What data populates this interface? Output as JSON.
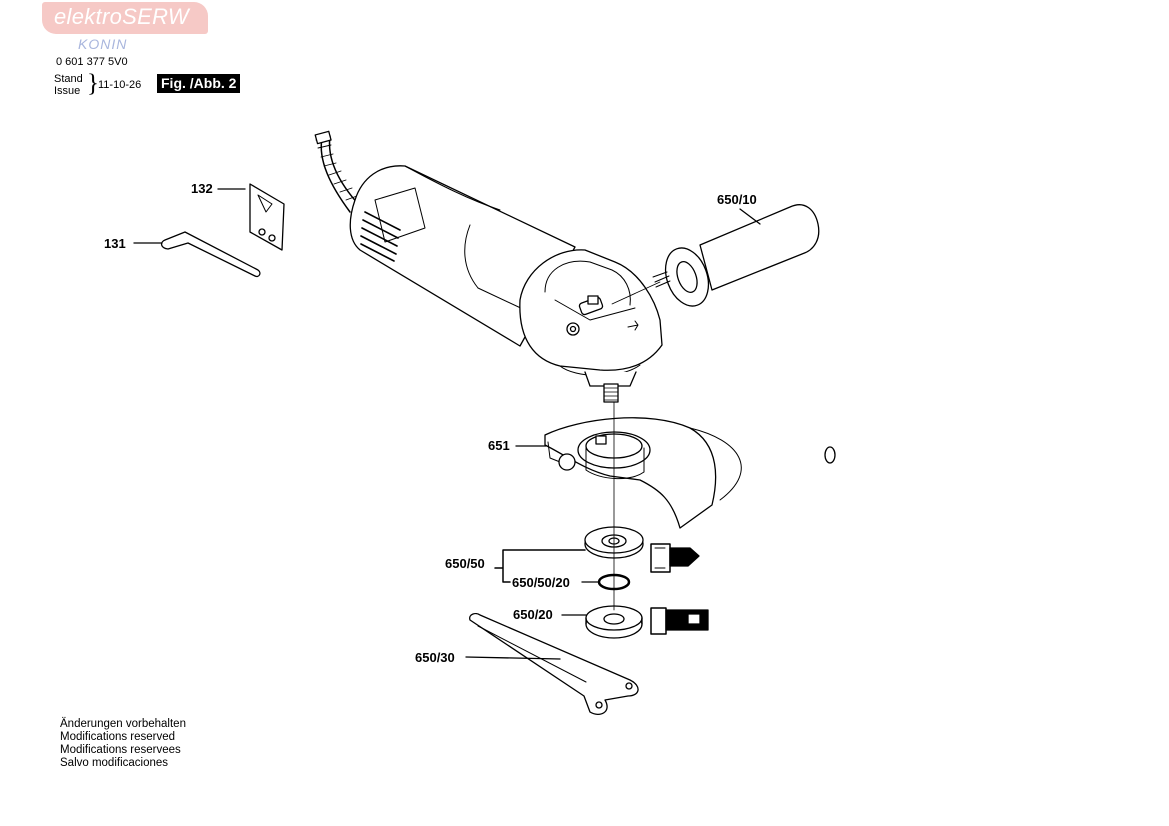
{
  "header": {
    "logo_text": "elektroSERW",
    "logo_subtext": "KONIN",
    "document_number": "0 601 377 5V0",
    "stand_label": "Stand",
    "issue_label": "Issue",
    "issue_date": "11-10-26",
    "figure_label": "Fig. /Abb. 2"
  },
  "parts": {
    "p132": "132",
    "p131": "131",
    "p650_10": "650/10",
    "p651": "651",
    "p650_50": "650/50",
    "p650_50_20": "650/50/20",
    "p650_20": "650/20",
    "p650_30": "650/30"
  },
  "footer": {
    "notes": [
      "Änderungen vorbehalten",
      "Modifications reserved",
      "Modifications reservees",
      "Salvo modificaciones"
    ]
  },
  "colors": {
    "line": "#000000",
    "logo_bg": "#f6c9c6",
    "logo_sub": "#a9b6dd"
  }
}
